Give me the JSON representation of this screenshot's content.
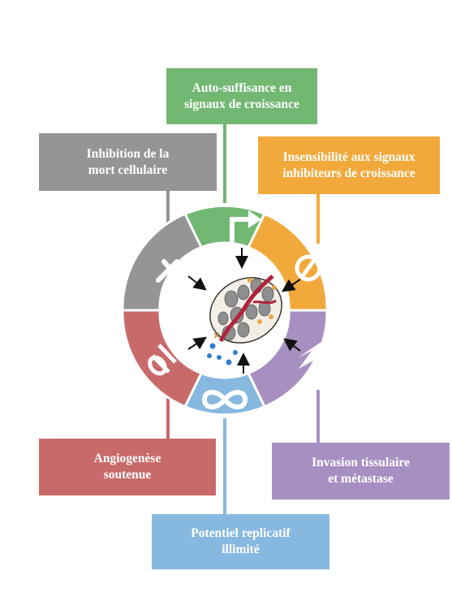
{
  "colors": {
    "green": "#72b872",
    "gray": "#959595",
    "orange": "#f2a93b",
    "purple": "#a790c1",
    "blue": "#87b8e0",
    "red": "#c96a6a",
    "cell_red": "#b0223d",
    "cell_gray": "#8f8f8f",
    "arrow": "#111111"
  },
  "hallmarks": [
    {
      "id": "top",
      "text": "Auto-suffisance en\nsignaux de croissance",
      "color": "#72b872"
    },
    {
      "id": "tl",
      "text": "Inhibition de la\nmort  cellulaire",
      "color": "#959595"
    },
    {
      "id": "tr",
      "text": "Insensibilité aux signaux\ninhibiteurs de croissance",
      "color": "#f2a93b"
    },
    {
      "id": "bl",
      "text": "Angiogenèse\nsoutenue",
      "color": "#c96a6a"
    },
    {
      "id": "br",
      "text": "Invasion tissulaire\net  métastase",
      "color": "#a790c1"
    },
    {
      "id": "bottom",
      "text": "Potentiel replicatif\nillimité",
      "color": "#87b8e0"
    }
  ],
  "icons": {
    "green": "arrow-up-right-icon",
    "gray": "grave-cross-icon",
    "orange": "prohibited-sign-icon",
    "purple": "zigzag-invasion-icon",
    "blue": "infinity-icon",
    "red": "blood-vessel-icon"
  }
}
